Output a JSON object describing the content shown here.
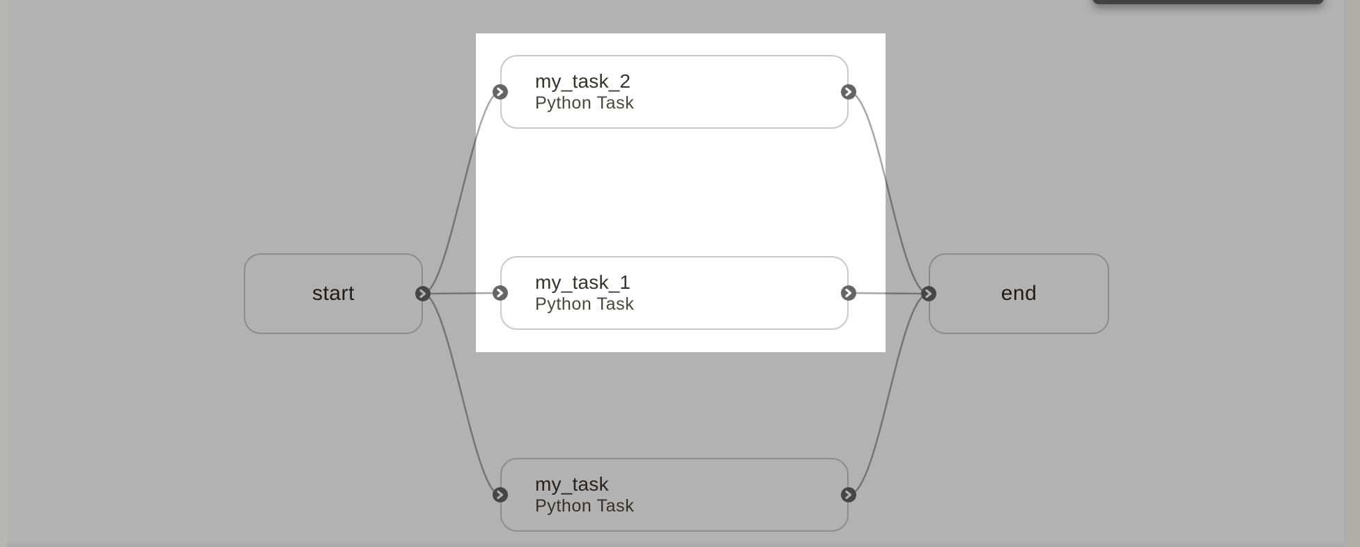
{
  "app": {
    "view_label": "workflow canvas with tour spotlight"
  },
  "nodes": {
    "start": {
      "label": "start",
      "type": "start"
    },
    "task2": {
      "title": "my_task_2",
      "subtitle": "Python Task"
    },
    "task1": {
      "title": "my_task_1",
      "subtitle": "Python Task"
    },
    "task": {
      "title": "my_task",
      "subtitle": "Python Task"
    },
    "end": {
      "label": "end",
      "type": "end"
    }
  },
  "edges": [
    {
      "from": "start",
      "to": "my_task_2"
    },
    {
      "from": "start",
      "to": "my_task_1"
    },
    {
      "from": "start",
      "to": "my_task"
    },
    {
      "from": "my_task_2",
      "to": "end"
    },
    {
      "from": "my_task_1",
      "to": "end"
    },
    {
      "from": "my_task",
      "to": "end"
    }
  ],
  "icons": {
    "port": "chevron-right"
  },
  "colors": {
    "canvas": "#ffffff",
    "dim_overlay": "rgba(0,0,0,0.30)",
    "node_border": "#c9c9c9",
    "edge_stroke": "#a6a6a6",
    "port_fill": "#666565",
    "port_glyph": "#ffffff",
    "title_text": "#37322e",
    "subtitle_text": "#4a4541",
    "terminal_text": "#2d2926",
    "dark_panel": "#424242",
    "left_strip": "#bab6b2",
    "right_strip": "#b1ada9",
    "bottom_band": "#ababab"
  }
}
